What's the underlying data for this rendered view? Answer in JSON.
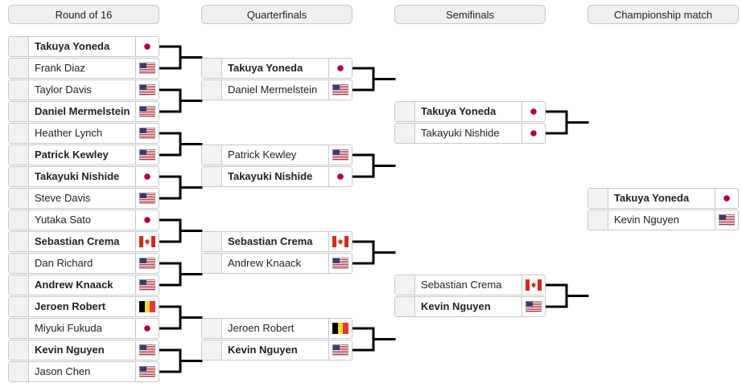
{
  "headers": [
    "Round of 16",
    "Quarterfinals",
    "Semifinals",
    "Championship match"
  ],
  "rounds": [
    [
      {
        "name": "Takuya Yoneda",
        "flag": "japan-flag-icon",
        "win": true
      },
      {
        "name": "Frank Diaz",
        "flag": "usa-flag-icon",
        "win": false
      },
      {
        "name": "Taylor Davis",
        "flag": "usa-flag-icon",
        "win": false
      },
      {
        "name": "Daniel Mermelstein",
        "flag": "usa-flag-icon",
        "win": true
      },
      {
        "name": "Heather Lynch",
        "flag": "usa-flag-icon",
        "win": false
      },
      {
        "name": "Patrick Kewley",
        "flag": "usa-flag-icon",
        "win": true
      },
      {
        "name": "Takayuki Nishide",
        "flag": "japan-flag-icon",
        "win": true
      },
      {
        "name": "Steve Davis",
        "flag": "usa-flag-icon",
        "win": false
      },
      {
        "name": "Yutaka Sato",
        "flag": "japan-flag-icon",
        "win": false
      },
      {
        "name": "Sebastian Crema",
        "flag": "canada-flag-icon",
        "win": true
      },
      {
        "name": "Dan Richard",
        "flag": "usa-flag-icon",
        "win": false
      },
      {
        "name": "Andrew Knaack",
        "flag": "usa-flag-icon",
        "win": true
      },
      {
        "name": "Jeroen Robert",
        "flag": "belgium-flag-icon",
        "win": true
      },
      {
        "name": "Miyuki Fukuda",
        "flag": "japan-flag-icon",
        "win": false
      },
      {
        "name": "Kevin Nguyen",
        "flag": "usa-flag-icon",
        "win": true
      },
      {
        "name": "Jason Chen",
        "flag": "usa-flag-icon",
        "win": false
      }
    ],
    [
      {
        "name": "Takuya Yoneda",
        "flag": "japan-flag-icon",
        "win": true
      },
      {
        "name": "Daniel Mermelstein",
        "flag": "usa-flag-icon",
        "win": false
      },
      {
        "name": "Patrick Kewley",
        "flag": "usa-flag-icon",
        "win": false
      },
      {
        "name": "Takayuki Nishide",
        "flag": "japan-flag-icon",
        "win": true
      },
      {
        "name": "Sebastian Crema",
        "flag": "canada-flag-icon",
        "win": true
      },
      {
        "name": "Andrew Knaack",
        "flag": "usa-flag-icon",
        "win": false
      },
      {
        "name": "Jeroen Robert",
        "flag": "belgium-flag-icon",
        "win": false
      },
      {
        "name": "Kevin Nguyen",
        "flag": "usa-flag-icon",
        "win": true
      }
    ],
    [
      {
        "name": "Takuya Yoneda",
        "flag": "japan-flag-icon",
        "win": true
      },
      {
        "name": "Takayuki Nishide",
        "flag": "japan-flag-icon",
        "win": false
      },
      {
        "name": "Sebastian Crema",
        "flag": "canada-flag-icon",
        "win": false
      },
      {
        "name": "Kevin Nguyen",
        "flag": "usa-flag-icon",
        "win": true
      }
    ],
    [
      {
        "name": "Takuya Yoneda",
        "flag": "japan-flag-icon",
        "win": true
      },
      {
        "name": "Kevin Nguyen",
        "flag": "usa-flag-icon",
        "win": false
      }
    ]
  ]
}
